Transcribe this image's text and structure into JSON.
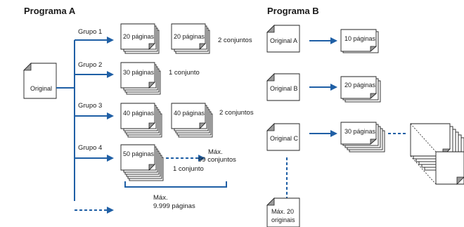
{
  "programA": {
    "title": "Programa A",
    "source": "Original",
    "groups": [
      {
        "label": "Grupo 1",
        "doc1": "20 páginas",
        "doc2": "20 páginas",
        "sets": "2 conjuntos"
      },
      {
        "label": "Grupo 2",
        "doc1": "30 páginas",
        "sets": "1 conjunto"
      },
      {
        "label": "Grupo 3",
        "doc1": "40 páginas",
        "doc2": "40 páginas",
        "sets": "2 conjuntos"
      },
      {
        "label": "Grupo 4",
        "doc1": "50 páginas",
        "sets": "1 conjunto",
        "max_sets": "Máx.\n99 conjuntos"
      }
    ],
    "max_pages": "Máx.\n9.999 páginas"
  },
  "programB": {
    "title": "Programa B",
    "rows": [
      {
        "original": "Original A",
        "result": "10 páginas"
      },
      {
        "original": "Original B",
        "result": "20 páginas"
      },
      {
        "original": "Original C",
        "result": "30 páginas"
      }
    ],
    "max_originals": "Máx. 20\noriginais"
  },
  "colors": {
    "arrow": "#1f5fa5",
    "fold": "#9a9a9a"
  }
}
